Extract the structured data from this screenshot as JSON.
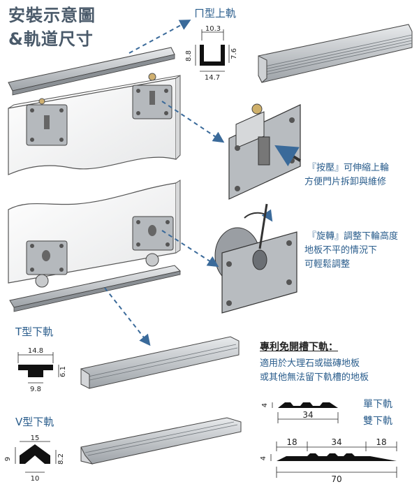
{
  "title": {
    "line1": "安裝示意圖",
    "line2": "&軌道尺寸"
  },
  "upper_rail": {
    "label": "ㄇ型上軌",
    "dims": {
      "top": "10.3",
      "height_left": "8.8",
      "height_right": "7.6",
      "bottom": "14.7"
    }
  },
  "press_note": {
    "line1": "『按壓』可伸縮上輪",
    "line2": "方便門片拆卸與維修"
  },
  "rotate_note": {
    "line1": "『旋轉』調整下輪高度",
    "line2": "地板不平的情況下",
    "line3": "可輕鬆調整"
  },
  "t_rail": {
    "label": "T型下軌",
    "dims": {
      "top": "14.8",
      "height": "6.1",
      "bottom": "9.8"
    }
  },
  "v_rail": {
    "label": "V型下軌",
    "dims": {
      "top": "15",
      "height_left": "9",
      "height_right": "8.2",
      "bottom": "10"
    }
  },
  "patent": {
    "heading": "專利免開槽下軌：",
    "line1": "適用於大理石或磁磚地板",
    "line2": "或其他無法留下軌槽的地板"
  },
  "single_rail": {
    "label": "單下軌",
    "height": "4",
    "width": "34"
  },
  "double_rail": {
    "label": "雙下軌",
    "height": "4",
    "left": "18",
    "middle": "34",
    "right": "18",
    "total": "70"
  },
  "colors": {
    "accent_blue": "#2a5d8c",
    "title_gray": "#4a5a6a",
    "metal": "#b9bcc1",
    "arrow": "#3a6a9a"
  }
}
